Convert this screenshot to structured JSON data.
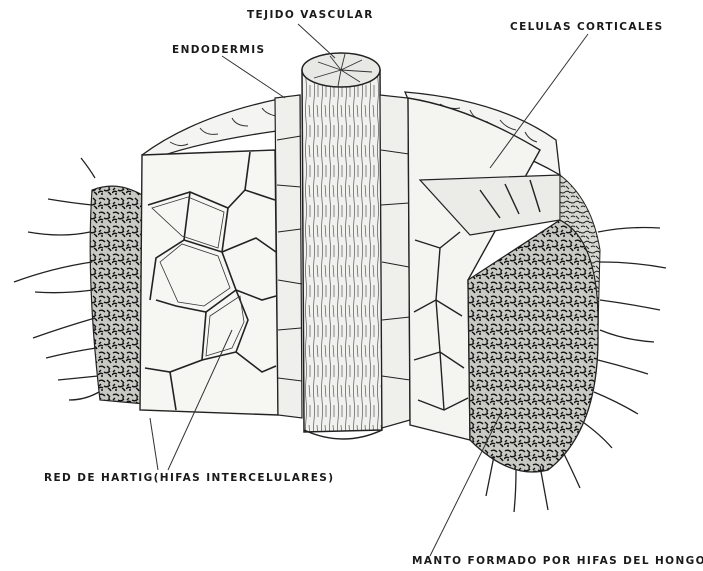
{
  "labels": {
    "vascular": "TEJIDO VASCULAR",
    "endodermis": "ENDODERMIS",
    "cortical": "CELULAS CORTICALES",
    "hartig": "RED DE HARTIG(HIFAS INTERCELULARES)",
    "manto": "MANTO FORMADO POR HIFAS DEL HONGO"
  },
  "colors": {
    "ink": "#1a1a1a",
    "paper": "#ffffff",
    "tissue": "#f4f4f2",
    "shade": "#e6e6e2"
  }
}
